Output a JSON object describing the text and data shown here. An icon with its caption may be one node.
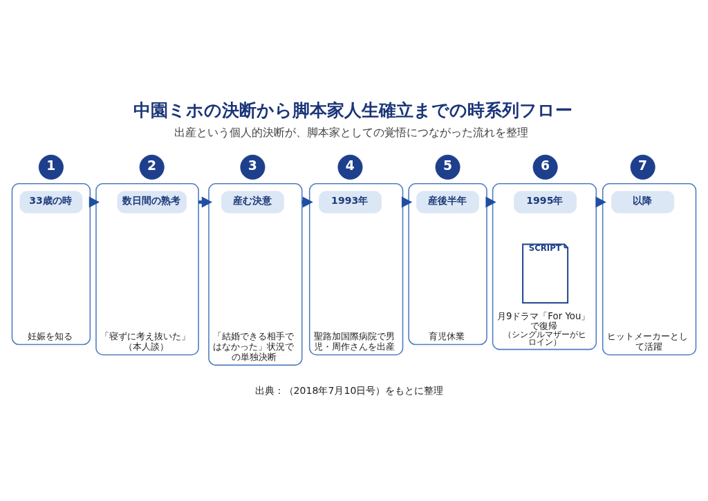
{
  "diagram": {
    "title": "中園ミホの決断から脚本家人生確立までの時系列フロー",
    "nodes": [
      {
        "text": [
          "1"
        ]
      },
      {
        "text": [
          "妊娠を知る"
        ]
      },
      {
        "text": [
          "33歳の時"
        ],
        "in": 1
      },
      {
        "text": [
          "2"
        ]
      },
      {
        "text": [
          "「寝ずに考え抜いた」（本人談）"
        ]
      },
      {
        "text": [
          "数日間の熟考"
        ],
        "in": 4
      },
      {
        "text": [
          "3"
        ]
      },
      {
        "text": [
          "「結婚できる相手ではなかった」状況での単独決断"
        ]
      },
      {
        "text": [
          "産む決意"
        ],
        "in": 7
      },
      {
        "text": [
          "4"
        ]
      },
      {
        "text": [
          "聖路加国際病院で男児・周作さんを出産"
        ]
      },
      {
        "text": [
          "1993年"
        ],
        "in": 10
      },
      {
        "text": [
          "5"
        ]
      },
      {
        "text": [
          "育児休業"
        ]
      },
      {
        "text": [
          "産後半年"
        ],
        "in": 13
      },
      {
        "text": [
          "6"
        ]
      },
      {
        "text": [
          "月9ドラマ「For You」で復帰",
          "（シングルマザーがヒロイン）"
        ]
      },
      {
        "text": [
          "1995年"
        ],
        "in": 16
      },
      {
        "text": [
          "SCRIPT"
        ],
        "in": 16
      },
      {
        "text": [
          "7"
        ]
      },
      {
        "text": [
          "ヒットメーカーとして活躍"
        ]
      },
      {
        "text": [
          "以降"
        ],
        "in": 20
      }
    ],
    "edges": [
      {
        "from": 1,
        "to": 4,
        "arrow": "to"
      },
      {
        "from": 4,
        "to": 7,
        "arrow": "to"
      },
      {
        "from": 7,
        "to": 10,
        "arrow": "to"
      },
      {
        "from": 10,
        "to": 13,
        "arrow": "to"
      },
      {
        "from": 13,
        "to": 16,
        "arrow": "to"
      },
      {
        "from": 16,
        "to": 20,
        "arrow": "to"
      }
    ],
    "labels": [
      "出産という個人的決断が、脚本家としての覚悟につながった流れを整理",
      "出典：（2018年7月10日号）をもとに整理"
    ]
  }
}
